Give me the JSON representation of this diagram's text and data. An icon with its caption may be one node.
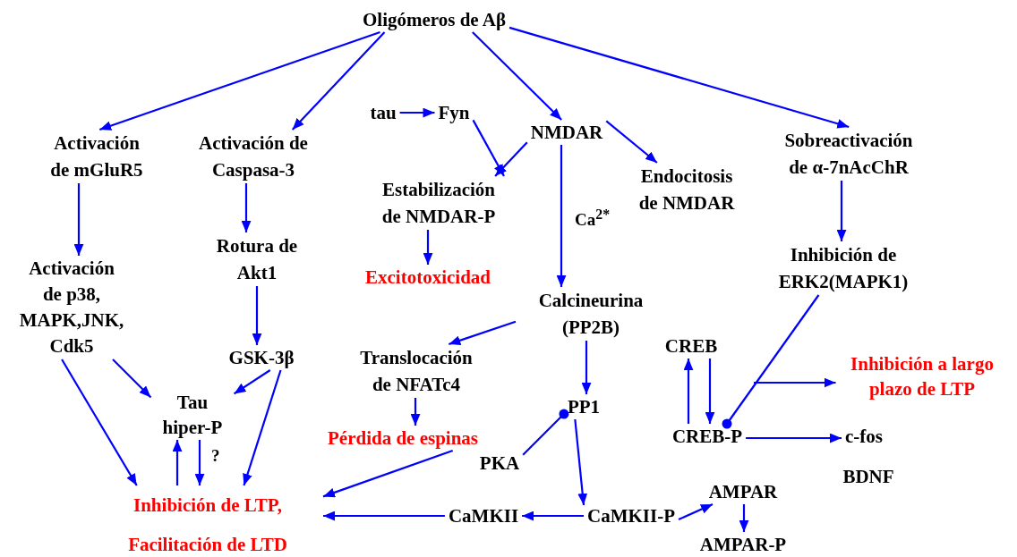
{
  "diagram": {
    "nodes": [
      {
        "text": [
          "Oligómeros de Aβ"
        ]
      },
      {
        "text": [
          "Activación de mGluR5"
        ]
      },
      {
        "text": [
          "Activación de Caspasa-3"
        ]
      },
      {
        "text": [
          "tau"
        ]
      },
      {
        "text": [
          "Fyn"
        ]
      },
      {
        "text": [
          "NMDAR"
        ]
      },
      {
        "text": [
          "Estabilización de NMDAR-P"
        ]
      },
      {
        "text": [
          "Endocitosis de NMDAR"
        ]
      },
      {
        "text": [
          "Sobreactivación de α-7nAcChR"
        ]
      },
      {
        "text": [
          "Activación de p38, MAPK,JNK, Cdk5"
        ]
      },
      {
        "text": [
          "Rotura de Akt1"
        ]
      },
      {
        "text": [
          "Excitotoxicidad"
        ]
      },
      {
        "text": [
          "Inhibición de ERK2(MAPK1)"
        ]
      },
      {
        "text": [
          "Calcineurina (PP2B)"
        ]
      },
      {
        "text": [
          "Translocación de NFATc4"
        ]
      },
      {
        "text": [
          "GSK-3β"
        ]
      },
      {
        "text": [
          "Tau hiper-P"
        ]
      },
      {
        "text": [
          "CREB"
        ]
      },
      {
        "text": [
          "Inhibición a largo plazo de LTP"
        ]
      },
      {
        "text": [
          "PP1"
        ]
      },
      {
        "text": [
          "Pérdida de espinas"
        ]
      },
      {
        "text": [
          "CREB-P"
        ]
      },
      {
        "text": [
          "c-fos"
        ]
      },
      {
        "text": [
          "PKA"
        ]
      },
      {
        "text": [
          "BDNF"
        ]
      },
      {
        "text": [
          "Inhibición de LTP, Facilitación de LTD"
        ]
      },
      {
        "text": [
          "AMPAR"
        ]
      },
      {
        "text": [
          "CaMKII"
        ]
      },
      {
        "text": [
          "CaMKII-P"
        ]
      },
      {
        "text": [
          "AMPAR-P"
        ]
      }
    ],
    "edges": [
      {
        "from": 0,
        "to": 1,
        "arrow": "to"
      },
      {
        "from": 0,
        "to": 2,
        "arrow": "to"
      },
      {
        "from": 0,
        "to": 5,
        "arrow": "to"
      },
      {
        "from": 0,
        "to": 8,
        "arrow": "to"
      },
      {
        "from": 3,
        "to": 4,
        "arrow": "to"
      },
      {
        "from": 4,
        "to": 6,
        "arrow": "to"
      },
      {
        "from": 5,
        "to": 6,
        "arrow": "to"
      },
      {
        "from": 5,
        "to": 7,
        "arrow": "to"
      },
      {
        "from": 5,
        "to": 13,
        "arrow": "to",
        "label": "Ca$^{2*}$"
      },
      {
        "from": 1,
        "to": 9,
        "arrow": "to"
      },
      {
        "from": 2,
        "to": 10,
        "arrow": "to"
      },
      {
        "from": 6,
        "to": 11,
        "arrow": "to"
      },
      {
        "from": 8,
        "to": 12,
        "arrow": "to"
      },
      {
        "from": 10,
        "to": 15,
        "arrow": "to"
      },
      {
        "from": 13,
        "to": 14,
        "arrow": "to"
      },
      {
        "from": 13,
        "to": 19,
        "arrow": "to"
      },
      {
        "from": 14,
        "to": 20,
        "arrow": "to"
      },
      {
        "from": 9,
        "to": 16,
        "arrow": "to"
      },
      {
        "from": 9,
        "to": 25,
        "arrow": "to"
      },
      {
        "from": 15,
        "to": 16,
        "arrow": "to"
      },
      {
        "from": 15,
        "to": 25,
        "arrow": "to"
      },
      {
        "from": 16,
        "to": 25,
        "arrow": "to",
        "label": "?"
      },
      {
        "from": 25,
        "to": 16,
        "arrow": "to"
      },
      {
        "from": 20,
        "to": 25,
        "arrow": "to"
      },
      {
        "from": 27,
        "to": 25,
        "arrow": "to"
      },
      {
        "from": 28,
        "to": 27,
        "arrow": "to"
      },
      {
        "from": 19,
        "to": 28,
        "arrow": "to"
      },
      {
        "from": 23,
        "to": 19,
        "arrow": "other"
      },
      {
        "from": 21,
        "to": 17,
        "arrow": "to"
      },
      {
        "from": 17,
        "to": 21,
        "arrow": "to"
      },
      {
        "from": 12,
        "to": 21,
        "arrow": "other"
      },
      {
        "from": null,
        "to": 18,
        "arrow": "to"
      },
      {
        "from": 21,
        "to": 22,
        "arrow": "to"
      },
      {
        "from": 28,
        "to": 26,
        "arrow": "to"
      },
      {
        "from": 26,
        "to": 29,
        "arrow": "to"
      }
    ]
  }
}
